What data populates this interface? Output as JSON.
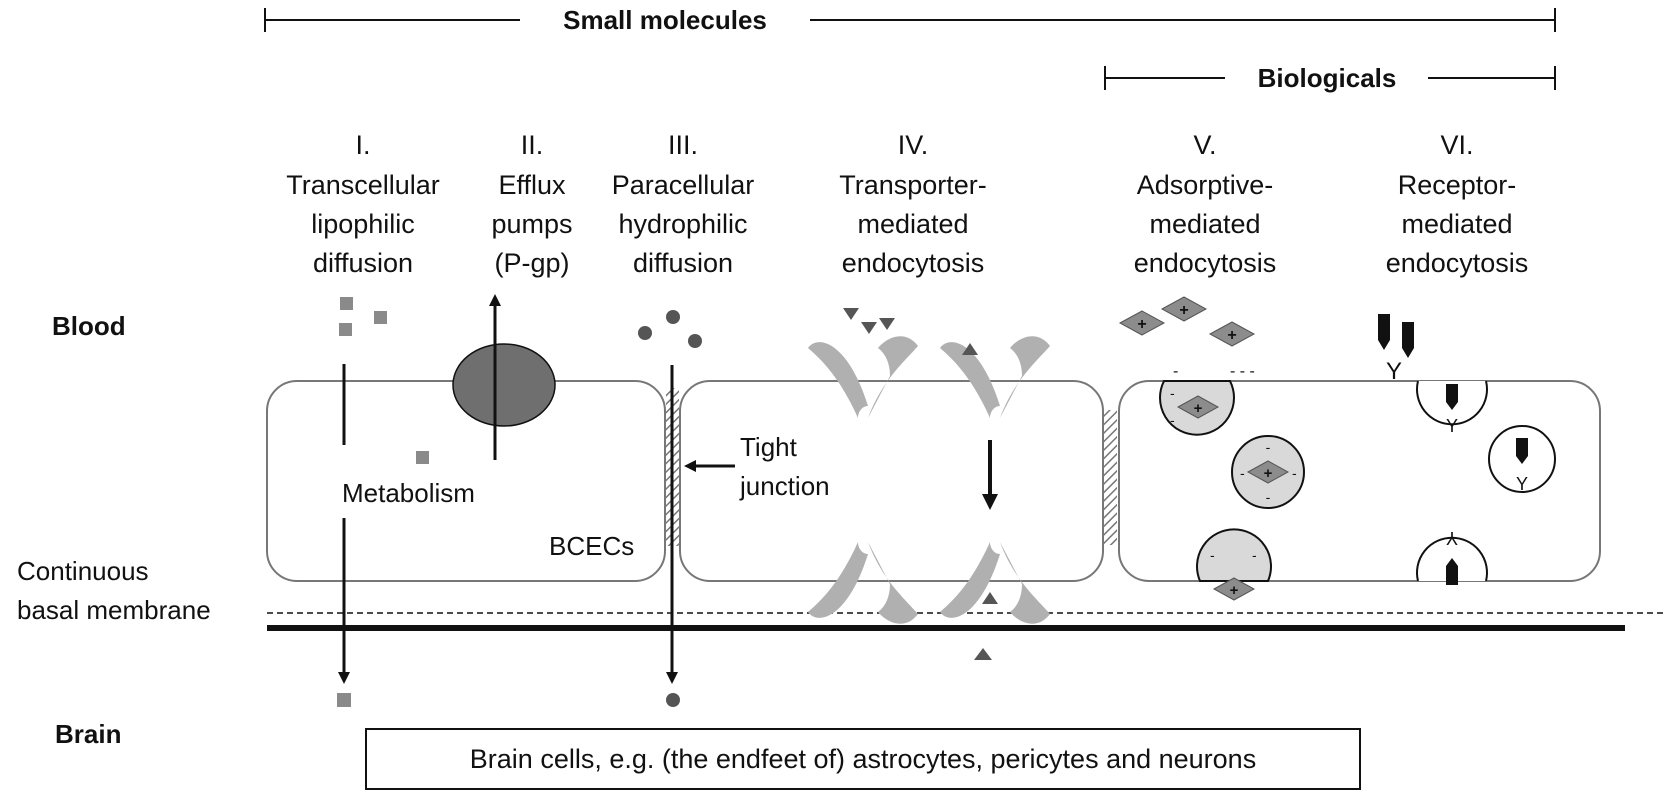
{
  "headers": {
    "small_molecules": "Small molecules",
    "biologicals": "Biologicals"
  },
  "compartments": {
    "blood": "Blood",
    "brain": "Brain"
  },
  "routes": [
    {
      "numeral": "I.",
      "lines": [
        "Transcellular",
        "lipophilic",
        "diffusion"
      ]
    },
    {
      "numeral": "II.",
      "lines": [
        "Efflux",
        "pumps",
        "(P-gp)"
      ]
    },
    {
      "numeral": "III.",
      "lines": [
        "Paracellular",
        "hydrophilic",
        "diffusion"
      ]
    },
    {
      "numeral": "IV.",
      "lines": [
        "Transporter-",
        "mediated",
        "endocytosis"
      ]
    },
    {
      "numeral": "V.",
      "lines": [
        "Adsorptive-",
        "mediated",
        "endocytosis"
      ]
    },
    {
      "numeral": "VI.",
      "lines": [
        "Receptor-",
        "mediated",
        "endocytosis"
      ]
    }
  ],
  "labels": {
    "metabolism": "Metabolism",
    "tight_junction": [
      "Tight",
      "junction"
    ],
    "bcecs": "BCECs",
    "basal_membrane": [
      "Continuous",
      "basal membrane"
    ]
  },
  "footer": "Brain cells, e.g. (the endfeet of) astrocytes, pericytes and neurons",
  "colors": {
    "ink": "#111111",
    "membrane": "#777777",
    "small_molecule": "#8a8a8a",
    "efflux_pump": "#6f6f6f",
    "transporter": "#b0b0b0",
    "vesicle_fill": "#d9d9d9",
    "cationic_diamond": "#8c8c8c"
  }
}
